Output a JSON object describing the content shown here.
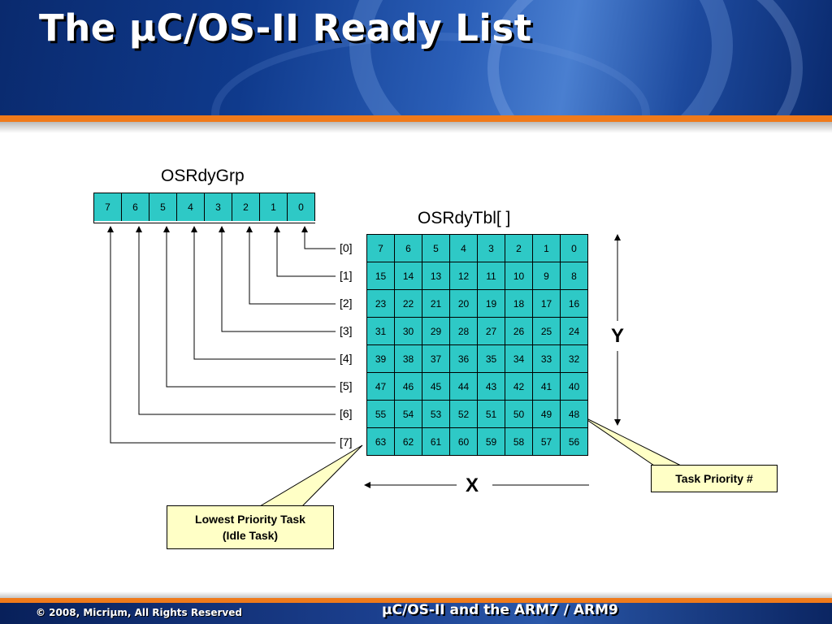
{
  "slide": {
    "title": "The µC/OS-II Ready List",
    "footer_left": "© 2008, Micriµm, All Rights Reserved",
    "footer_center": "µC/OS-II and the ARM7 / ARM9"
  },
  "diagram": {
    "osrdygrp": {
      "label": "OSRdyGrp",
      "bits": [
        "7",
        "6",
        "5",
        "4",
        "3",
        "2",
        "1",
        "0"
      ]
    },
    "osrdytbl": {
      "label": "OSRdyTbl[ ]",
      "row_labels": [
        "[0]",
        "[1]",
        "[2]",
        "[3]",
        "[4]",
        "[5]",
        "[6]",
        "[7]"
      ],
      "rows": [
        [
          "7",
          "6",
          "5",
          "4",
          "3",
          "2",
          "1",
          "0"
        ],
        [
          "15",
          "14",
          "13",
          "12",
          "11",
          "10",
          "9",
          "8"
        ],
        [
          "23",
          "22",
          "21",
          "20",
          "19",
          "18",
          "17",
          "16"
        ],
        [
          "31",
          "30",
          "29",
          "28",
          "27",
          "26",
          "25",
          "24"
        ],
        [
          "39",
          "38",
          "37",
          "36",
          "35",
          "34",
          "33",
          "32"
        ],
        [
          "47",
          "46",
          "45",
          "44",
          "43",
          "42",
          "41",
          "40"
        ],
        [
          "55",
          "54",
          "53",
          "52",
          "51",
          "50",
          "49",
          "48"
        ],
        [
          "63",
          "62",
          "61",
          "60",
          "59",
          "58",
          "57",
          "56"
        ]
      ]
    },
    "y_axis": "Y",
    "x_axis": "X",
    "callout_task_priority": "Task Priority #",
    "callout_lowest_line1": "Lowest Priority Task",
    "callout_lowest_line2": "(Idle Task)",
    "colors": {
      "cell_fill": "#2ec9c6",
      "callout_fill": "#ffffc6",
      "header_blue": "#0f3a8c",
      "accent_orange": "#f07a1a"
    }
  }
}
